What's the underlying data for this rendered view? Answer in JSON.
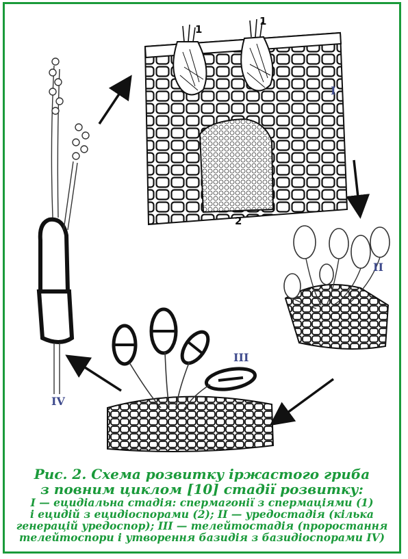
{
  "diagram": {
    "stage_labels": {
      "i": "I",
      "ii": "II",
      "iii": "III",
      "iv": "IV"
    },
    "part_labels": {
      "spermagonia_left": "1",
      "spermagonia_right": "1",
      "aeciospores": "2"
    }
  },
  "caption": {
    "title_line1": "Рис. 2. Схема розвитку іржастого гриба",
    "title_line2": "з повним циклом [10] стадії розвитку:",
    "desc_line1": "I — ецидіальна стадія: спермагонії з спермаціями (1)",
    "desc_line2": "і ецидій з ецидіоспорами (2); II — уредостадія (кілька",
    "desc_line3": "генерацій уредоспор); III — телейтостадія (проростання",
    "desc_line4": "телейтоспори і утворення базидія з базидіоспорами IV)"
  },
  "colors": {
    "frame": "#1a9a3a",
    "caption": "#1a9a3a",
    "stage_label": "#3e4a8c",
    "drawing": "#111111"
  }
}
